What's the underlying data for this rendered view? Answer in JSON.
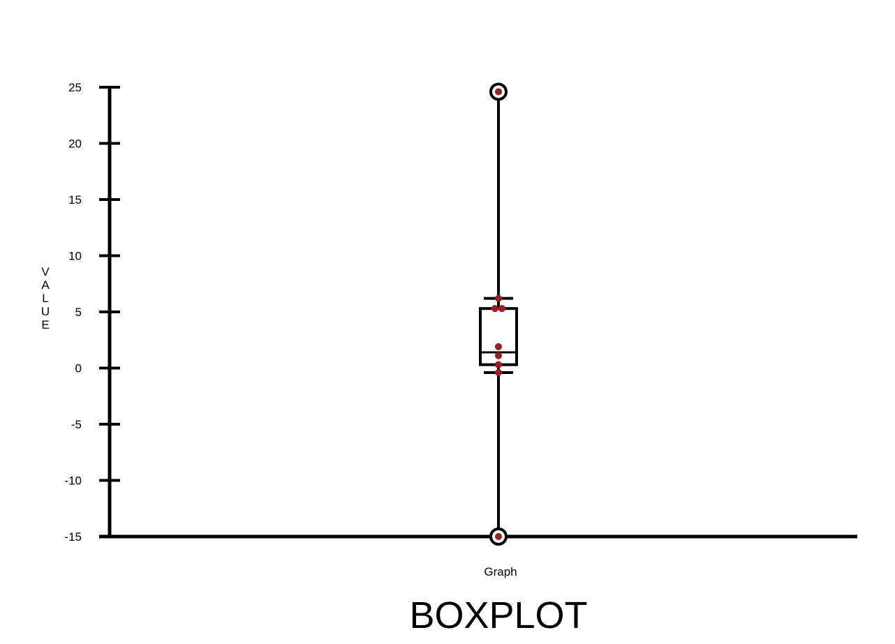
{
  "chart_data": {
    "type": "box",
    "title": "BOXPLOT",
    "ylabel": "VALUE",
    "xlabel": "",
    "categories": [
      "Graph"
    ],
    "ylim": [
      -15,
      25
    ],
    "yticks": [
      25,
      20,
      15,
      10,
      5,
      0,
      -5,
      -10,
      -15
    ],
    "ytick_labels": [
      "25",
      "20",
      "15",
      "10",
      "5",
      "0",
      "-5",
      "-10",
      "-15"
    ],
    "grid": false,
    "box": {
      "min": -15,
      "whisker_low": -0.4,
      "q1": 0.3,
      "median": 1.4,
      "q3": 5.3,
      "whisker_high": 6.2,
      "max": 24.6
    },
    "outliers": [
      24.6,
      -15
    ],
    "points": [
      24.6,
      6.2,
      5.3,
      5.3,
      1.9,
      1.1,
      0.3,
      -0.4,
      -15
    ],
    "colors": {
      "axis": "#000000",
      "point": "#9b1c22"
    }
  }
}
